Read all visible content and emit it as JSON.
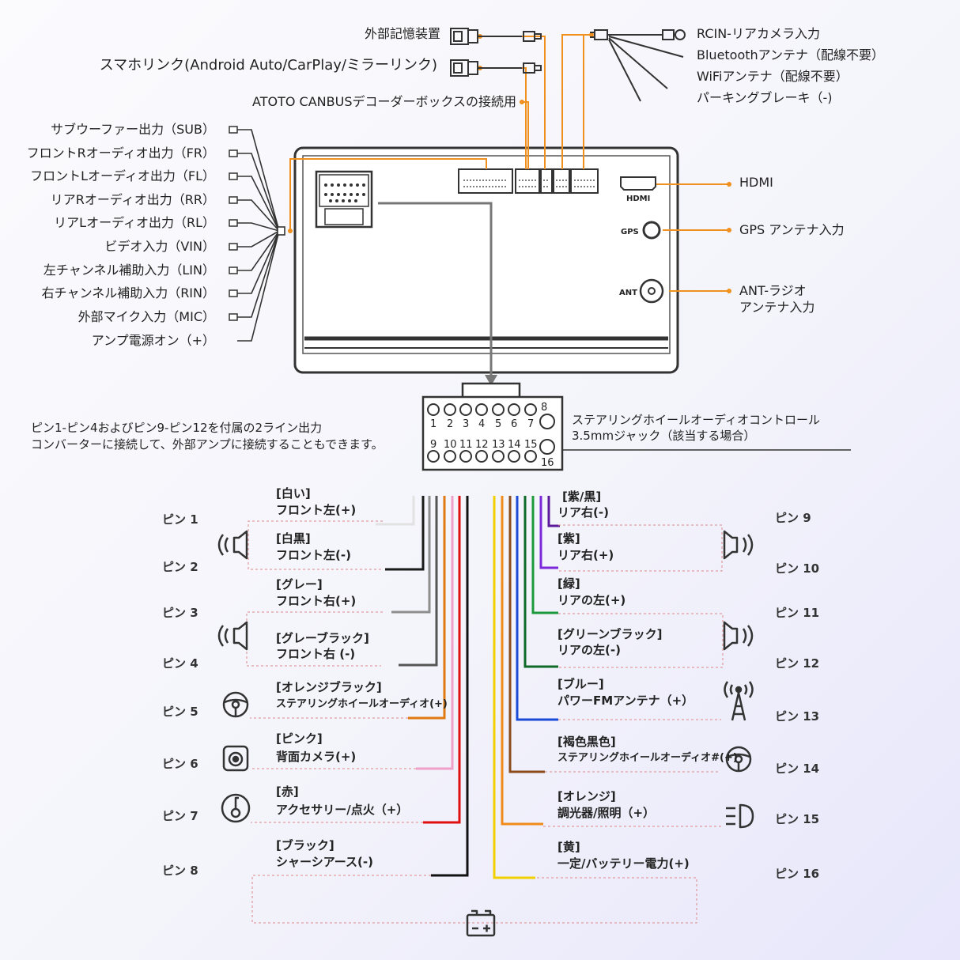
{
  "top_connectors": {
    "external_storage": "外部記憶装置",
    "phone_link": "スマホリンク(Android Auto/CarPlay/ミラーリンク)",
    "canbus": "ATOTO CANBUSデコーダーボックスの接続用"
  },
  "top_right_cables": [
    "RCIN-リアカメラ入力",
    "Bluetoothアンテナ（配線不要）",
    "WiFiアンテナ（配線不要）",
    "パーキングブレーキ（-)"
  ],
  "left_outputs": [
    "サブウーファー出力（SUB）",
    "フロントRオーディオ出力（FR）",
    "フロントLオーディオ出力（FL）",
    "リアRオーディオ出力（RR）",
    "リアLオーディオ出力（RL）",
    "ビデオ入力（VIN）",
    "左チャンネル補助入力（LIN）",
    "右チャンネル補助入力（RIN）",
    "外部マイク入力（MIC）",
    "アンプ電源オン（+）"
  ],
  "unit_labels": {
    "hdmi": "HDMI",
    "gps": "GPS",
    "ant": "ANT"
  },
  "right_ports": {
    "hdmi": "HDMI",
    "gps": "GPS アンテナ入力",
    "ant_line1": "ANT-ラジオ",
    "ant_line2": "アンテナ入力"
  },
  "connector_pins_top": [
    "1",
    "2",
    "3",
    "4",
    "5",
    "6",
    "7",
    "8"
  ],
  "connector_pins_bottom": [
    "9",
    "10",
    "11",
    "12",
    "13",
    "14",
    "15",
    "16"
  ],
  "note_left": [
    "ピン1-ピン4およびピン9-ピン12を付属の2ライン出力",
    "コンバーターに接続して、外部アンプに接続することもできます。"
  ],
  "note_right": [
    "ステアリングホイールオーディオコントロール",
    "3.5mmジャック（該当する場合）"
  ],
  "pins_left": [
    "ピン 1",
    "ピン 2",
    "ピン 3",
    "ピン 4",
    "ピン 5",
    "ピン 6",
    "ピン 7",
    "ピン 8"
  ],
  "pins_right": [
    "ピン 9",
    "ピン 10",
    "ピン 11",
    "ピン 12",
    "ピン 13",
    "ピン 14",
    "ピン 15",
    "ピン 16"
  ],
  "wires_left": [
    {
      "color_name": "[白い]",
      "desc": "フロント左(+)",
      "color": "#e2e2e2"
    },
    {
      "color_name": "[白黒]",
      "desc": "フロント左(-)",
      "color": "#1a1a1a"
    },
    {
      "color_name": "[グレー]",
      "desc": "フロント右(+)",
      "color": "#8e8e8e"
    },
    {
      "color_name": "[グレーブラック]",
      "desc": "フロント右 (-)",
      "color": "#555555"
    },
    {
      "color_name": "[オレンジブラック]",
      "desc": "ステアリングホイールオーディオ(+)",
      "color": "#e07a10"
    },
    {
      "color_name": "[ピンク]",
      "desc": "背面カメラ(+)",
      "color": "#f0a0c8"
    },
    {
      "color_name": "[赤]",
      "desc": "アクセサリー/点火（+）",
      "color": "#e01010"
    },
    {
      "color_name": "[ブラック]",
      "desc": "シャーシアース(-)",
      "color": "#111111"
    }
  ],
  "wires_right": [
    {
      "color_name": "[紫/黒]",
      "desc": "リア右(-)",
      "color": "#5a1a9a"
    },
    {
      "color_name": "[紫]",
      "desc": "リア右(+)",
      "color": "#7a2ad8"
    },
    {
      "color_name": "[緑]",
      "desc": "リアの左(+)",
      "color": "#1a9a3a"
    },
    {
      "color_name": "[グリーンブラック]",
      "desc": "リアの左(-)",
      "color": "#0f6a28"
    },
    {
      "color_name": "[ブルー]",
      "desc": "パワーFMアンテナ（+）",
      "color": "#1a4ad8"
    },
    {
      "color_name": "[褐色黒色]",
      "desc": "ステアリングホイールオーディオ#(+)",
      "color": "#8a4a1a"
    },
    {
      "color_name": "[オレンジ]",
      "desc": "調光器/照明（+）",
      "color": "#f08a18"
    },
    {
      "color_name": "[黄]",
      "desc": "一定/バッテリー電力(+)",
      "color": "#f2d000"
    }
  ],
  "icons": [
    "speaker-icon",
    "speaker-icon",
    "steering-wheel-icon",
    "camera-icon",
    "key-icon",
    "speaker-icon",
    "speaker-icon",
    "antenna-tower-icon",
    "steering-wheel-icon",
    "headlight-icon",
    "battery-icon",
    "hdmi-port-icon",
    "usb-plug-icon",
    "rca-plug-icon"
  ],
  "accent_color": "#f0901e"
}
